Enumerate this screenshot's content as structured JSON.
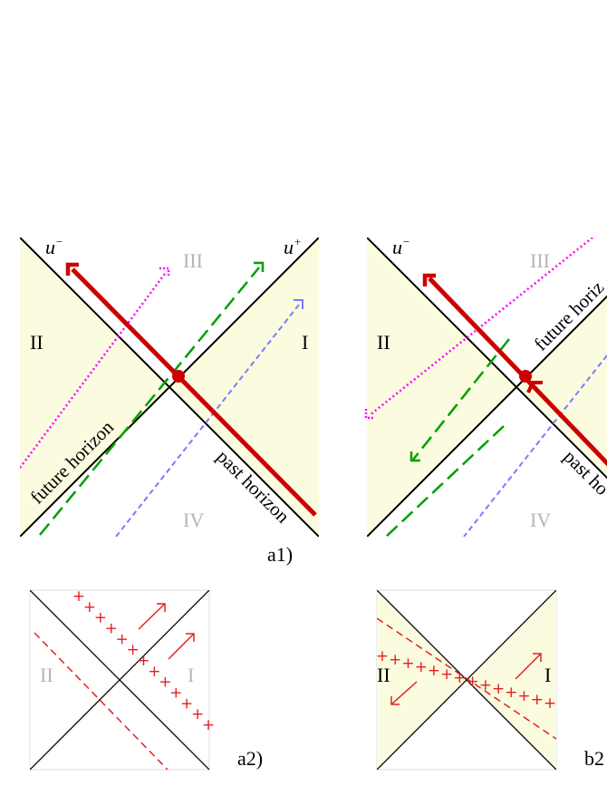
{
  "colors": {
    "region_fill": "#fbfbdf",
    "axis": "#000000",
    "thick": "#cc0000",
    "magenta": "#ff00ff",
    "green": "#00a000",
    "blue": "#7a7aff",
    "light_red": "#e32020",
    "roman_gray": "#b5b5b5"
  },
  "panel_a1": {
    "u_minus": "u",
    "u_minus_sup": "−",
    "u_plus": "u",
    "u_plus_sup": "+",
    "region_I": "I",
    "region_II": "II",
    "region_III": "III",
    "region_IV": "IV",
    "future_horizon": "future horizon",
    "past_horizon": "past horizon",
    "caption": "a1)"
  },
  "panel_b1": {
    "u_minus": "u",
    "u_minus_sup": "−",
    "region_II": "II",
    "region_III": "III",
    "region_IV": "IV",
    "future_horizon": "future horiz",
    "past_horizon": "past ho"
  },
  "panel_a2": {
    "region_I": "I",
    "region_II": "II",
    "plus_mark": "+",
    "caption": "a2)"
  },
  "panel_b2": {
    "region_I": "I",
    "region_II": "II",
    "plus_mark": "+",
    "caption": "b2"
  }
}
